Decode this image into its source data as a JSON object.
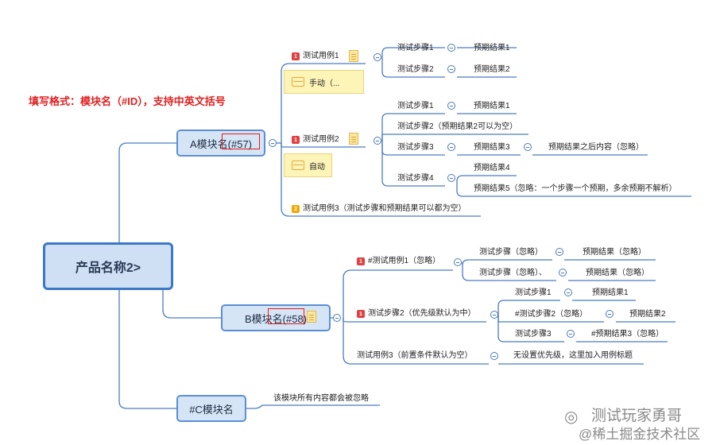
{
  "hint": "填写格式：模块名（#ID），支持中英文括号",
  "root": "产品名称2>",
  "modules": {
    "a": "A模块名(#57)",
    "b": "B模块名(#58)",
    "c": "#C模块名"
  },
  "a": {
    "case1": {
      "title": "测试用例1",
      "priority": "1",
      "precondition": "手动（...",
      "steps": [
        "测试步骤1",
        "测试步骤2"
      ],
      "results": [
        "预期结果1",
        "预期结果2"
      ]
    },
    "case2": {
      "title": "测试用例2",
      "priority": "1",
      "precondition": "自动",
      "steps": [
        "测试步骤1",
        "测试步骤2（预期结果2可以为空）",
        "测试步骤3",
        "测试步骤4"
      ],
      "results": [
        "预期结果1",
        "预期结果3",
        "预期结果4",
        "预期结果5（忽略：一个步骤一个预期，多余预期不解析）"
      ],
      "extra": "预期结果之后内容（忽略）"
    },
    "case3": {
      "title": "测试用例3（测试步骤和预期结果可以都为空）",
      "priority": "2"
    }
  },
  "b": {
    "case1": {
      "title": "#测试用例1（忽略）",
      "priority": "1",
      "steps": [
        "测试步骤（忽略）",
        "测试步骤（忽略）、"
      ],
      "results": [
        "预期结果（忽略）",
        "预期结果（忽略）"
      ]
    },
    "case2": {
      "title": "测试步骤2（优先级默认为中）",
      "priority": "1",
      "steps": [
        "测试步骤1",
        "#测试步骤2（忽略）",
        "测试步骤3"
      ],
      "results": [
        "预期结果1",
        "预期结果2",
        "#预期结果3（忽略）"
      ]
    },
    "case3": {
      "title": "测试用例3（前置条件默认为空）",
      "step": "无设置优先级，这里加入用例标题"
    }
  },
  "c": {
    "note": "该模块所有内容都会被忽略"
  },
  "watermark": {
    "line1": "测试玩家勇哥",
    "line2": "@稀土掘金技术社区"
  },
  "colors": {
    "line": "#4a7cc0",
    "hint": "#e02020",
    "tagbox": "#e01c1c"
  }
}
